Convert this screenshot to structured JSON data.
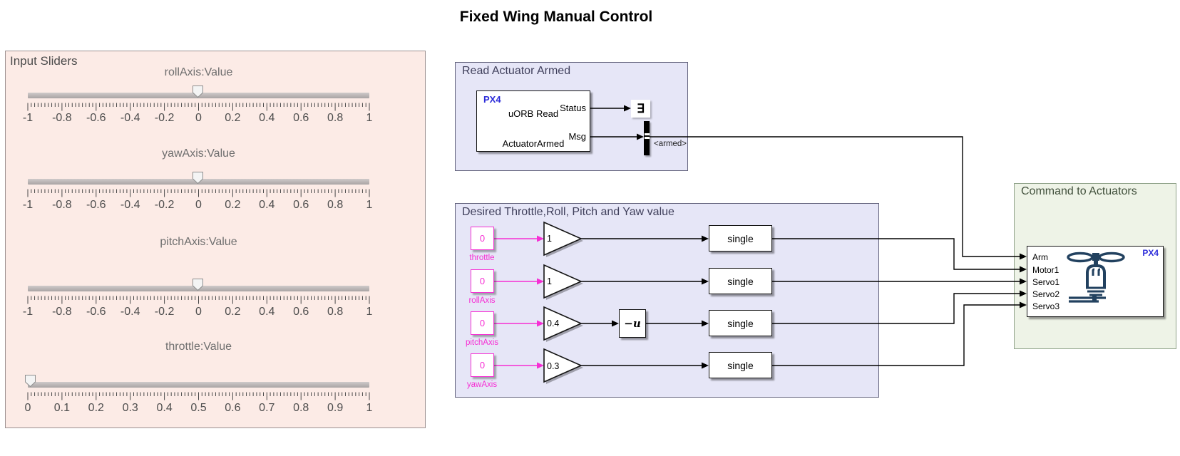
{
  "title": "Fixed Wing Manual Control",
  "colors": {
    "area_pink_bg": "#fcebe6",
    "area_lavender_bg": "#e6e6f7",
    "area_green_bg": "#eef3e7",
    "magenta": "#f62fd4",
    "px4_blue": "#2b2bd9",
    "icon_navy": "#22415f",
    "wire": "#000000"
  },
  "sliders": {
    "panel_label": "Input Sliders",
    "items": [
      {
        "label": "rollAxis:Value",
        "min": -1,
        "max": 1,
        "value": 0,
        "ticks": [
          "-1",
          "-0.8",
          "-0.6",
          "-0.4",
          "-0.2",
          "0",
          "0.2",
          "0.4",
          "0.6",
          "0.8",
          "1"
        ]
      },
      {
        "label": "yawAxis:Value",
        "min": -1,
        "max": 1,
        "value": 0,
        "ticks": [
          "-1",
          "-0.8",
          "-0.6",
          "-0.4",
          "-0.2",
          "0",
          "0.2",
          "0.4",
          "0.6",
          "0.8",
          "1"
        ]
      },
      {
        "label": "pitchAxis:Value",
        "min": -1,
        "max": 1,
        "value": 0,
        "ticks": [
          "-1",
          "-0.8",
          "-0.6",
          "-0.4",
          "-0.2",
          "0",
          "0.2",
          "0.4",
          "0.6",
          "0.8",
          "1"
        ]
      },
      {
        "label": "throttle:Value",
        "min": 0,
        "max": 1,
        "value": 0,
        "ticks": [
          "0",
          "0.1",
          "0.2",
          "0.3",
          "0.4",
          "0.5",
          "0.6",
          "0.7",
          "0.8",
          "0.9",
          "1"
        ]
      }
    ]
  },
  "read_actuator": {
    "label": "Read Actuator Armed",
    "block": {
      "brand": "PX4",
      "title": "uORB Read",
      "subtitle": "ActuatorArmed",
      "ports": [
        "Status",
        "Msg"
      ]
    },
    "bus_tag": "<armed>"
  },
  "desired": {
    "label": "Desired Throttle,Roll, Pitch and Yaw value",
    "rows": [
      {
        "const": "0",
        "name": "throttle",
        "gain": "1",
        "conv": "single"
      },
      {
        "const": "0",
        "name": "rollAxis",
        "gain": "1",
        "conv": "single"
      },
      {
        "const": "0",
        "name": "pitchAxis",
        "gain": "0.4",
        "unary": "−u",
        "conv": "single"
      },
      {
        "const": "0",
        "name": "yawAxis",
        "gain": "0.3",
        "conv": "single"
      }
    ]
  },
  "command": {
    "label": "Command to Actuators",
    "brand": "PX4",
    "inputs": [
      "Arm",
      "Motor1",
      "Servo1",
      "Servo2",
      "Servo3"
    ]
  }
}
